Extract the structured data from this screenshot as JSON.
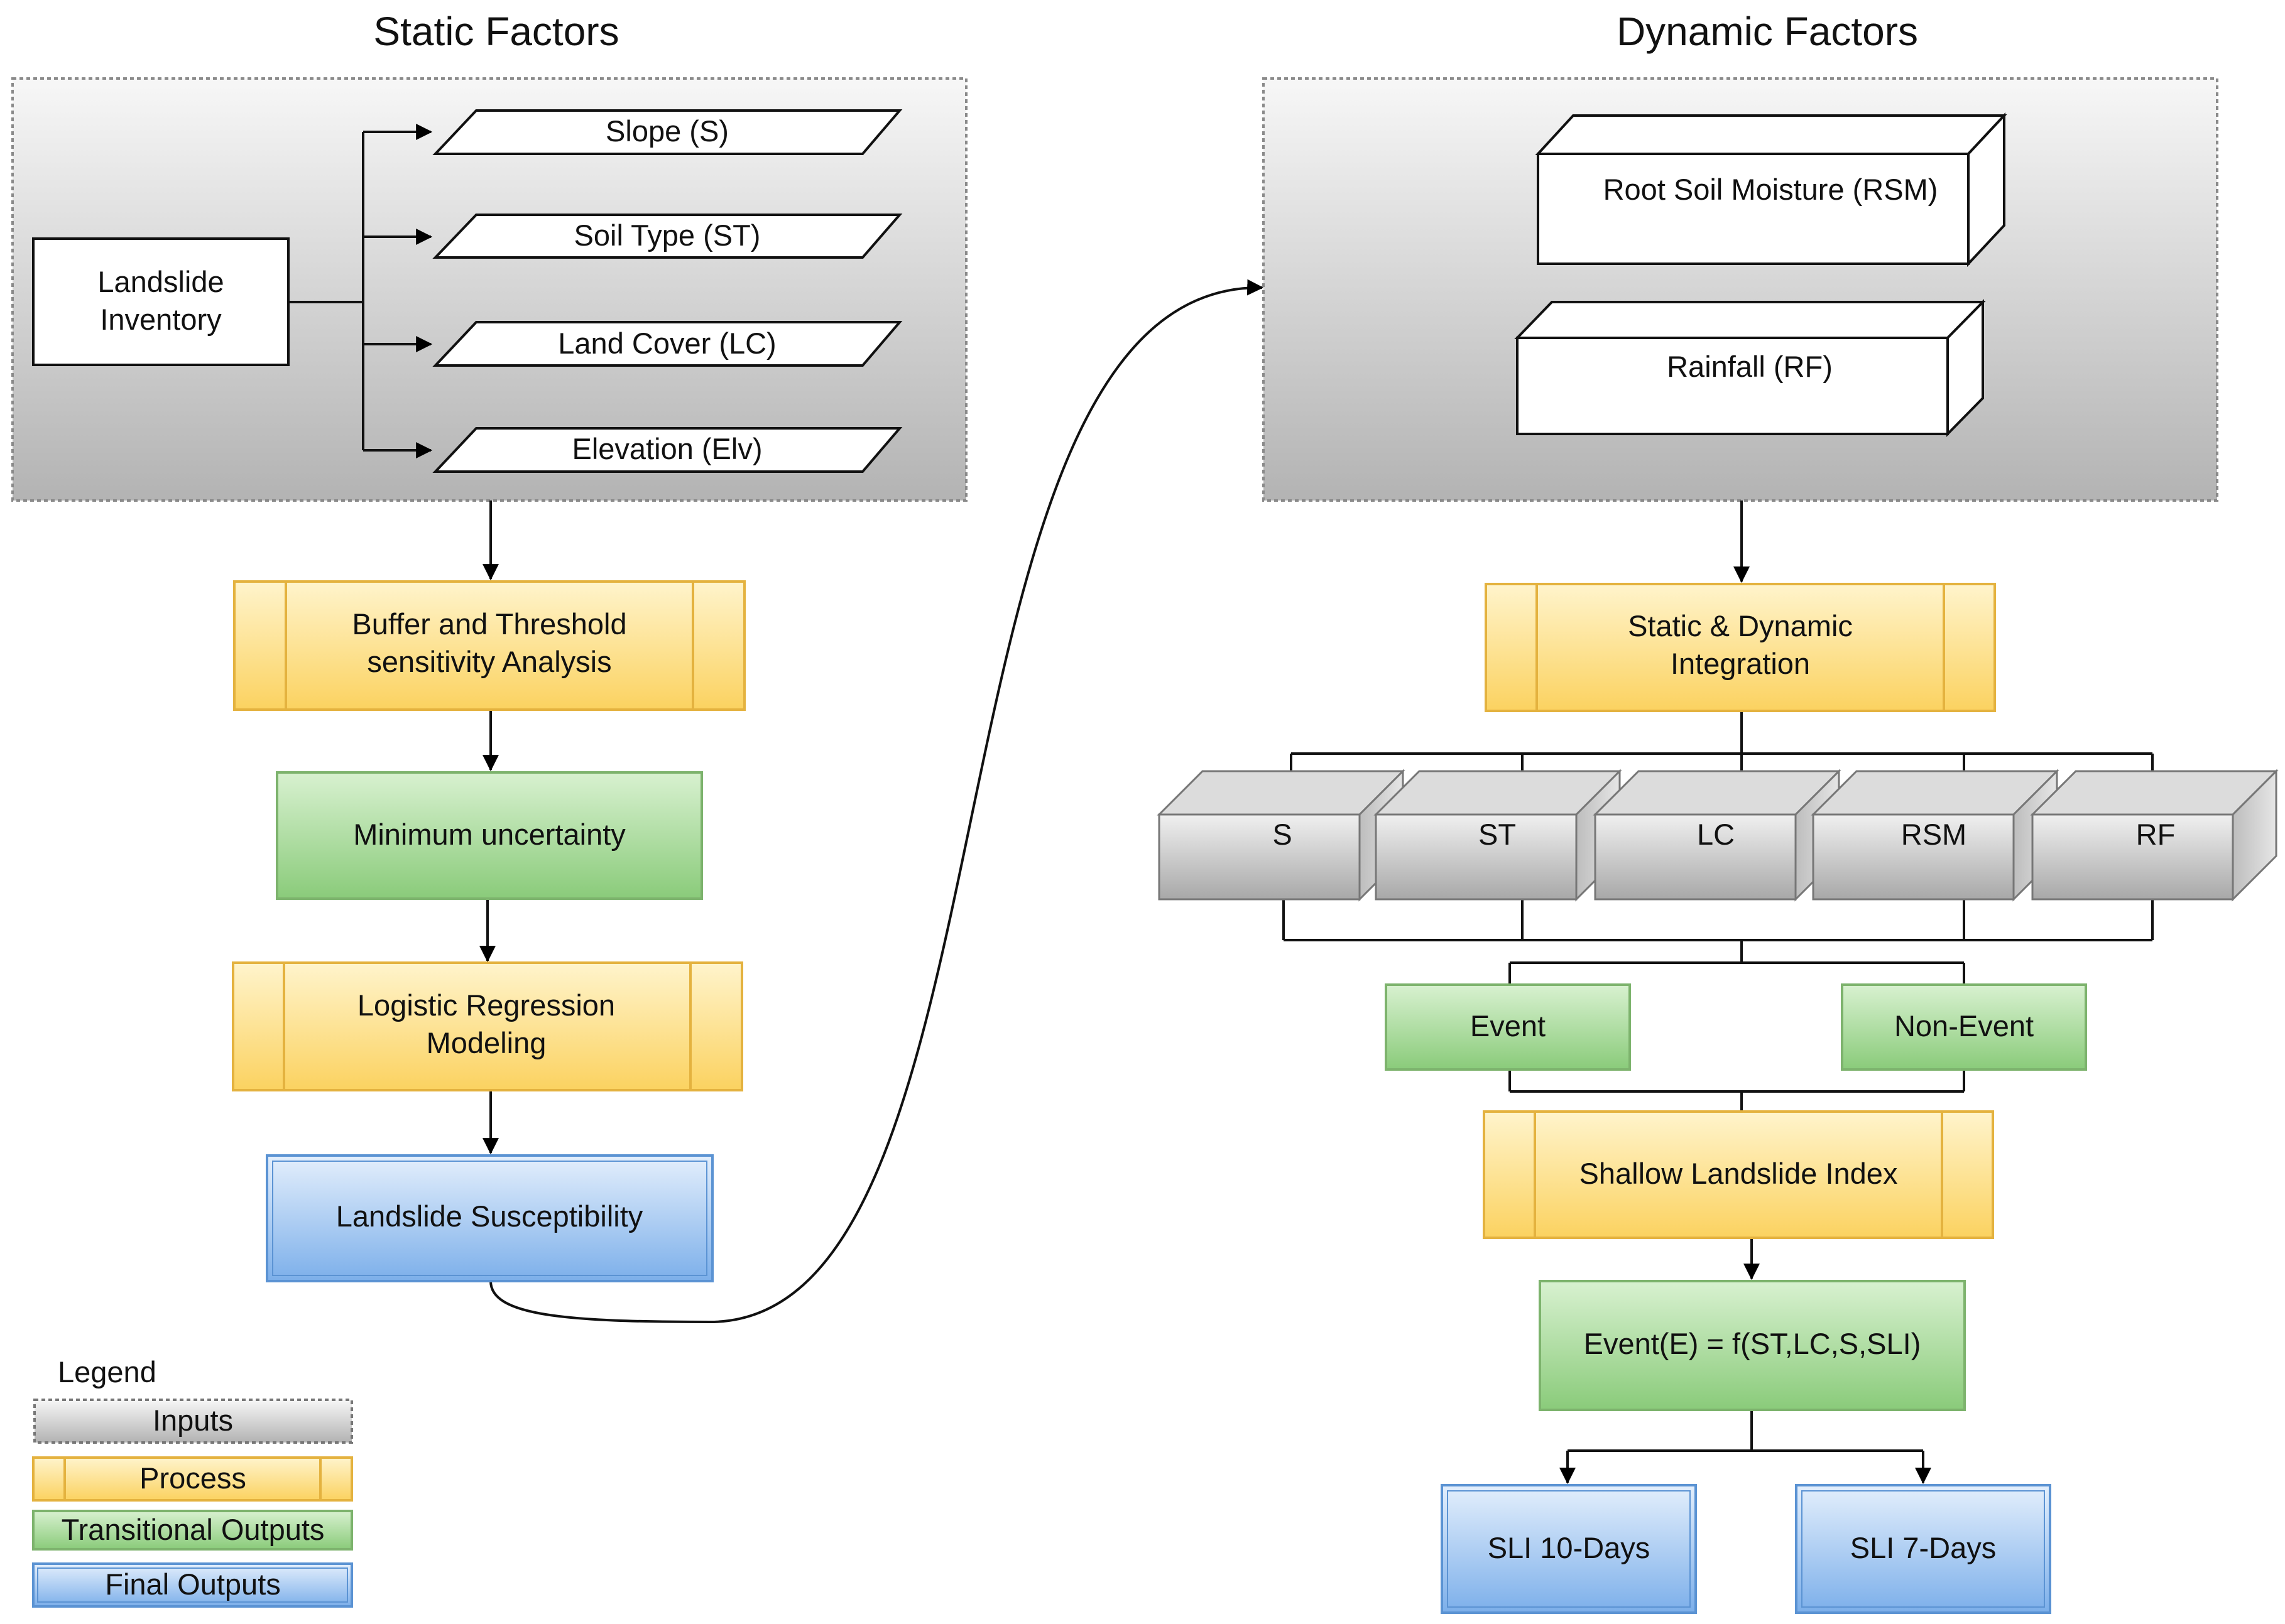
{
  "headers": {
    "static": "Static Factors",
    "dynamic": "Dynamic Factors"
  },
  "static_panel": {
    "inventory": [
      "Landslide",
      "Inventory"
    ],
    "factors": [
      "Slope (S)",
      "Soil Type (ST)",
      "Land Cover (LC)",
      "Elevation (Elv)"
    ]
  },
  "dynamic_panel": {
    "rsm": "Root Soil Moisture (RSM)",
    "rf": "Rainfall (RF)"
  },
  "left_flow": {
    "buffer": [
      "Buffer and Threshold",
      "sensitivity Analysis"
    ],
    "min_uncertainty": "Minimum uncertainty",
    "logistic": [
      "Logistic Regression",
      "Modeling"
    ],
    "susceptibility": "Landslide Susceptibility"
  },
  "right_flow": {
    "integration": [
      "Static & Dynamic",
      "Integration"
    ],
    "layers": [
      "S",
      "ST",
      "LC",
      "RSM",
      "RF"
    ],
    "event": "Event",
    "non_event": "Non-Event",
    "sli": "Shallow Landslide Index",
    "formula": "Event(E) = f(ST,LC,S,SLI)",
    "sli10": "SLI 10-Days",
    "sli7": "SLI 7-Days"
  },
  "legend": {
    "title": "Legend",
    "inputs": "Inputs",
    "process": "Process",
    "transitional": "Transitional Outputs",
    "final": "Final Outputs"
  },
  "colors": {
    "input_top": "#f4f4f4",
    "input_bottom": "#b5b5b5",
    "process_top": "#fff3c8",
    "process_bottom": "#fbd25e",
    "process_border": "#e6b23e",
    "transitional_top": "#d6f0cf",
    "transitional_bottom": "#8bcc7c",
    "transitional_border": "#7eb36e",
    "final_top": "#e2eefc",
    "final_bottom": "#7fb0ea",
    "final_border": "#5b93d3"
  }
}
